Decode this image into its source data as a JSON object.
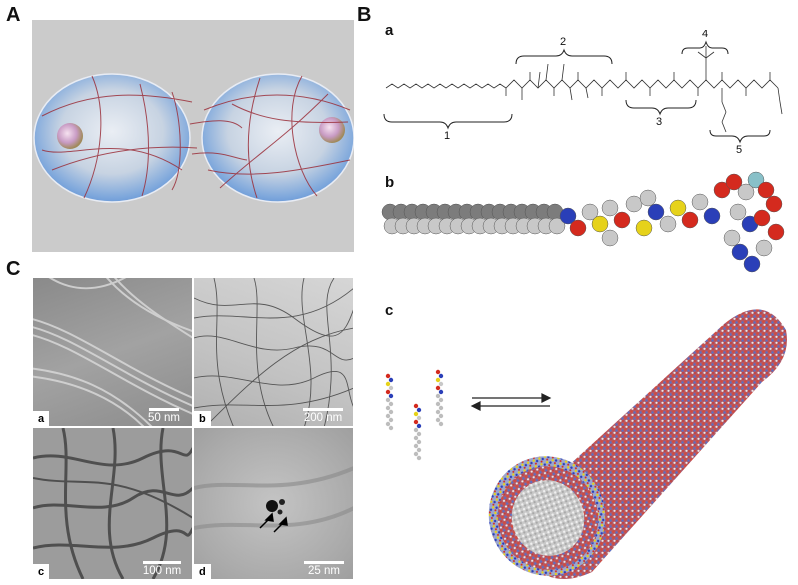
{
  "panels": {
    "A": {
      "letter": "A"
    },
    "B": {
      "letter": "B",
      "a": {
        "letter": "a",
        "segments": [
          "1",
          "2",
          "3",
          "4",
          "5"
        ]
      },
      "b": {
        "letter": "b"
      },
      "c": {
        "letter": "c"
      }
    },
    "C": {
      "letter": "C",
      "images": [
        {
          "label": "a",
          "scale": "50 nm"
        },
        {
          "label": "b",
          "scale": "200 nm"
        },
        {
          "label": "c",
          "scale": "100 nm"
        },
        {
          "label": "d",
          "scale": "25 nm"
        }
      ]
    }
  },
  "colors": {
    "panelA_bg": "#c9c9c9",
    "cell": "#8fb6e0",
    "fiber": "#9b2f3a",
    "carbon": "#c8c8c8",
    "oxygen": "#d42a1e",
    "nitrogen": "#2a3fb8",
    "sulfur": "#e6d21a"
  }
}
